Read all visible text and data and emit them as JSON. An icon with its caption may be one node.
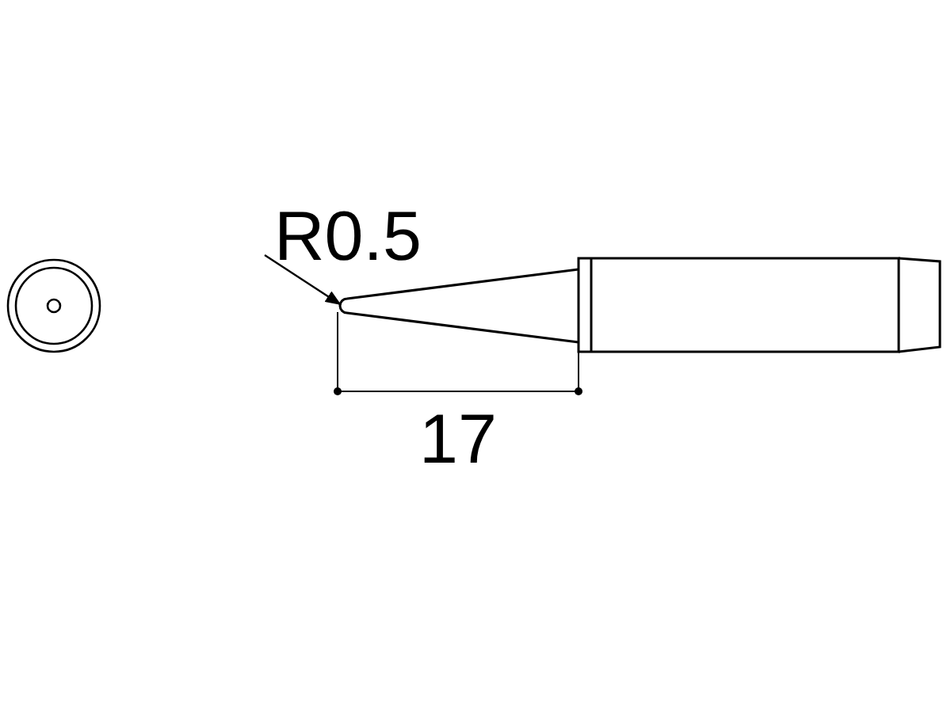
{
  "diagram": {
    "nodes": [
      {
        "text": [
          "R0.5"
        ]
      },
      {
        "text": [],
        "shape": "picture"
      }
    ],
    "edges": [
      {
        "from": 0,
        "to": 1,
        "arrow": "to"
      }
    ],
    "labels": [
      "17"
    ]
  }
}
